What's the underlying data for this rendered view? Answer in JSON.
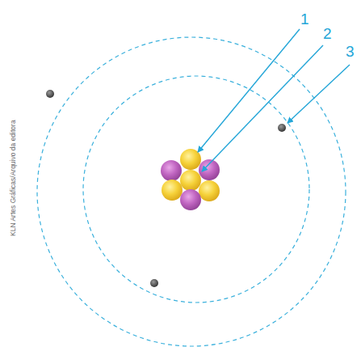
{
  "diagram": {
    "labels": [
      "1",
      "2",
      "3",
      "KLN Artes Gráficas/Arquivo da editora"
    ]
  }
}
